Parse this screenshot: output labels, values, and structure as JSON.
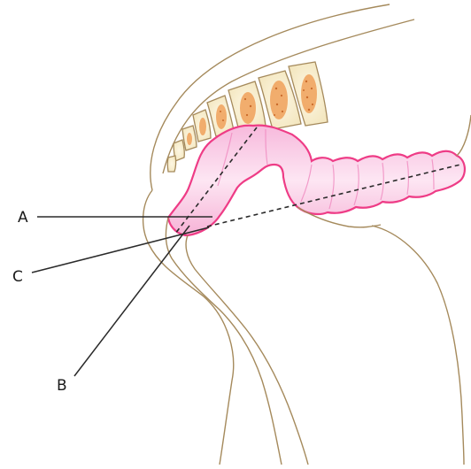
{
  "labels": {
    "a": "A",
    "b": "B",
    "c": "C"
  },
  "colors": {
    "outline": "#a58a5c",
    "bone_fill": "#fbf3d8",
    "marrow": "#f0a15a",
    "bowel_wall": "#ee3c86",
    "bowel_light": "#fde2f2",
    "leader": "#2a2a2a"
  }
}
